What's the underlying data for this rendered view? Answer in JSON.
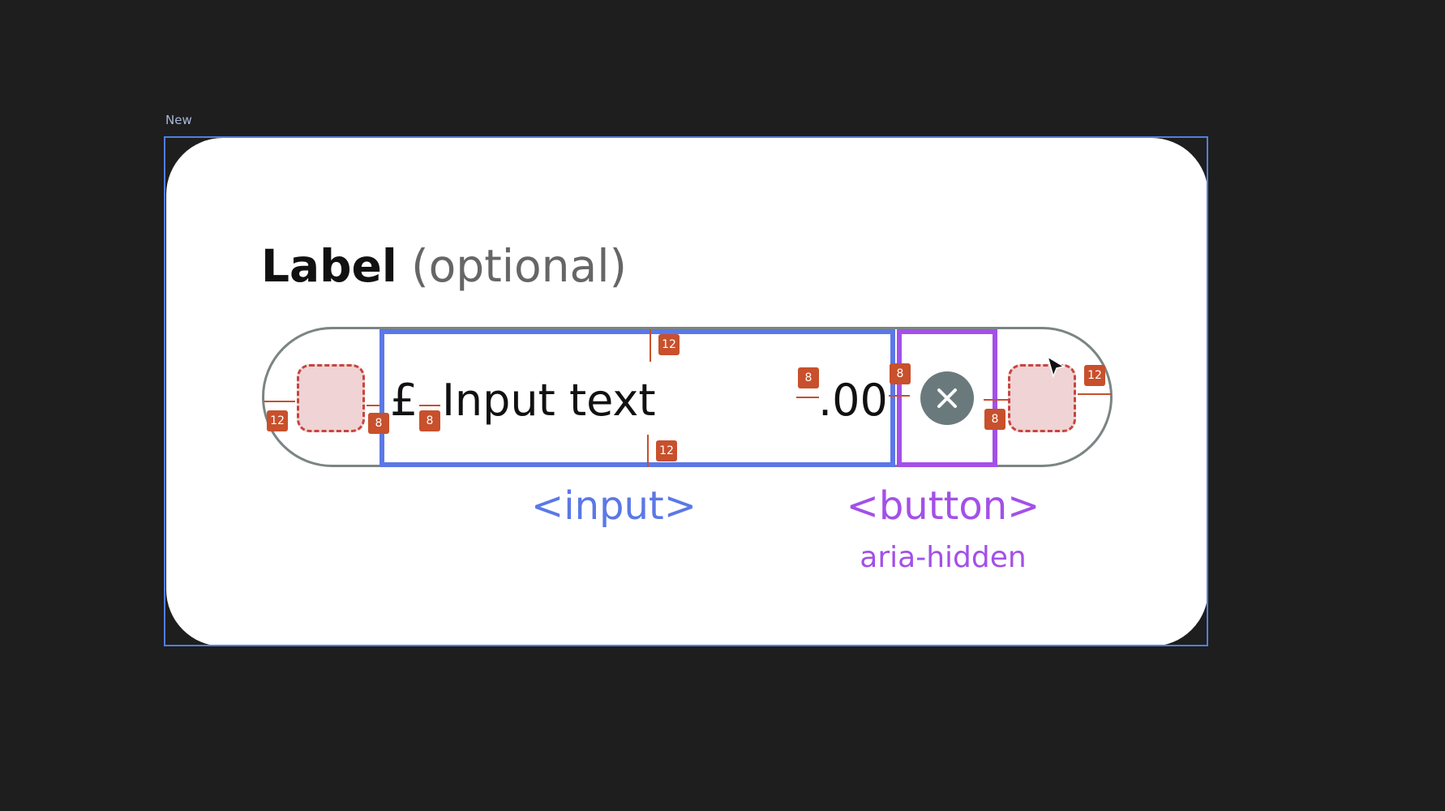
{
  "frame": {
    "name": "New"
  },
  "field": {
    "label": "Label",
    "optional": "(optional)",
    "prefix": "£",
    "value": "Input text",
    "suffix": ".00"
  },
  "annotations": {
    "input_tag": "<input>",
    "button_tag": "<button>",
    "button_note": "aria-hidden",
    "spacing": {
      "left_padding": "12",
      "left_slot_gap": "8",
      "prefix_gap": "8",
      "top_padding": "12",
      "bottom_padding": "12",
      "suffix_gap": "8",
      "input_button_gap": "8",
      "button_slot_gap": "8",
      "right_padding": "12"
    }
  },
  "colors": {
    "input": "#5b78e6",
    "button": "#a350e8",
    "spacing": "#c8502c",
    "background": "#1e1e1e"
  }
}
